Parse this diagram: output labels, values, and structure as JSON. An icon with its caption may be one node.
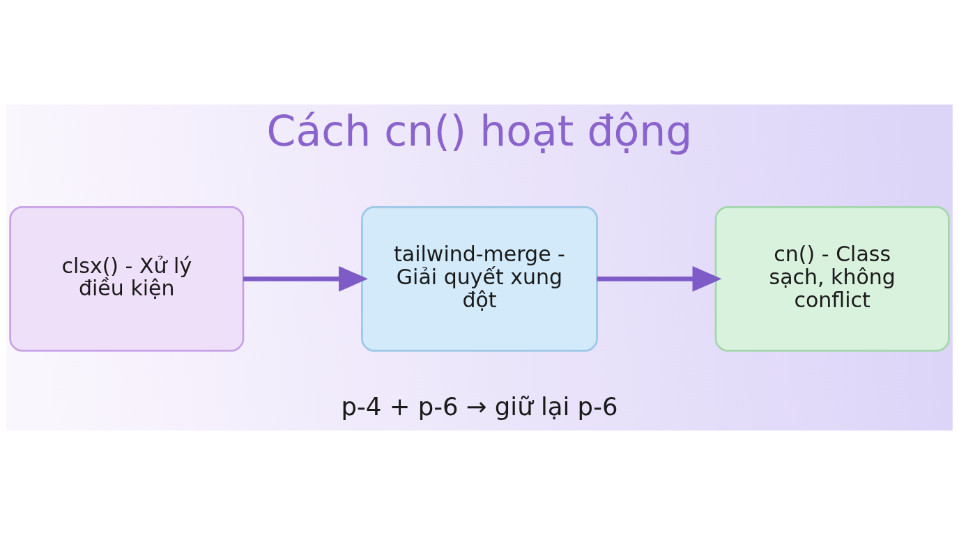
{
  "diagram": {
    "title": "Cách cn() hoạt động",
    "nodes": [
      {
        "text": [
          "clsx() - Xử lý điều kiện"
        ]
      },
      {
        "text": [
          "tailwind-merge - Giải quyết xung đột"
        ]
      },
      {
        "text": [
          "cn() - Class sạch, không conflict"
        ]
      }
    ],
    "edges": [
      {
        "from": 0,
        "to": 1,
        "arrow": "to"
      },
      {
        "from": 1,
        "to": 2,
        "arrow": "to"
      }
    ],
    "labels": [
      "p-4 + p-6 → giữ lại p-6"
    ]
  }
}
